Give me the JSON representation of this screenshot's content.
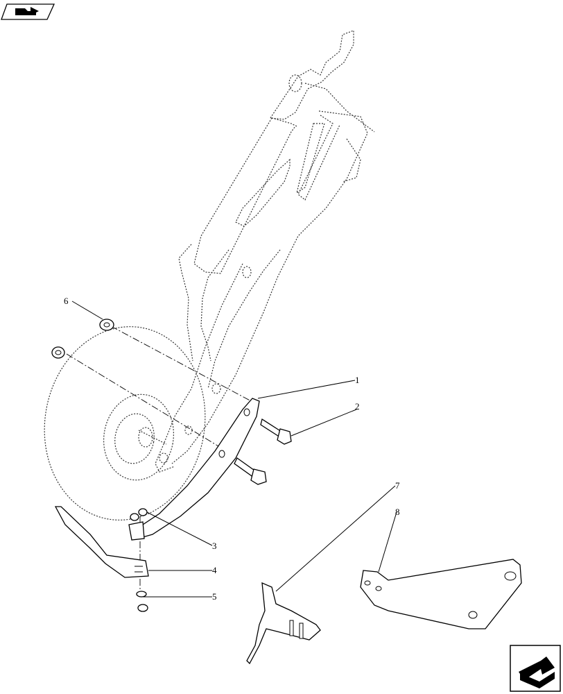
{
  "diagram": {
    "callouts": [
      {
        "id": "1",
        "label": "1"
      },
      {
        "id": "2",
        "label": "2"
      },
      {
        "id": "3",
        "label": "3"
      },
      {
        "id": "4",
        "label": "4"
      },
      {
        "id": "5",
        "label": "5"
      },
      {
        "id": "6",
        "label": "6"
      },
      {
        "id": "7",
        "label": "7"
      },
      {
        "id": "8",
        "label": "8"
      }
    ]
  },
  "icons": {
    "top_left": "book-arrow-icon",
    "bottom_right": "next-page-arrow-icon"
  }
}
